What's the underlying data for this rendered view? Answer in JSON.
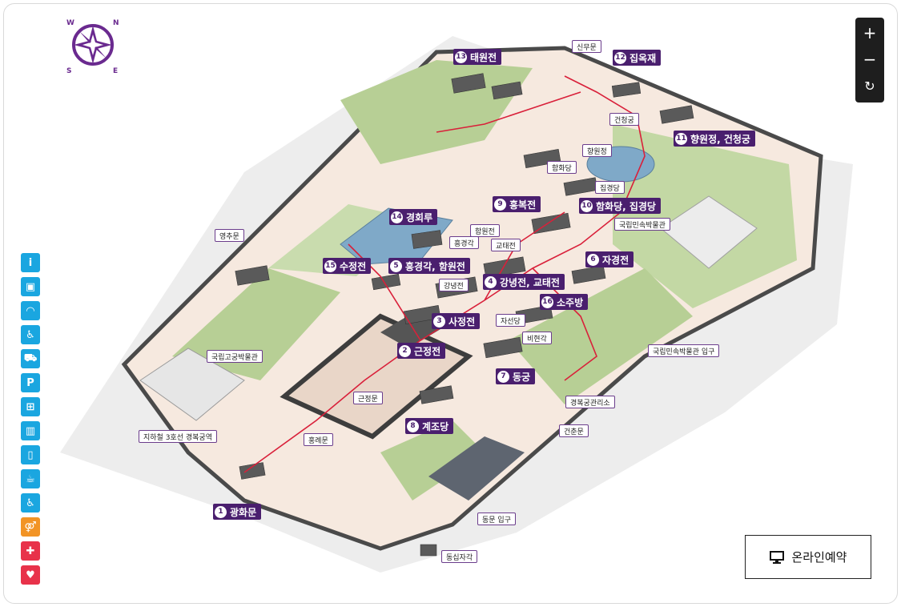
{
  "compass": {
    "letters": [
      "W",
      "N",
      "S",
      "E"
    ],
    "color": "#6a2a8f"
  },
  "zoom": {
    "zoom_in": "+",
    "zoom_out": "−",
    "reset": "↻"
  },
  "legend": [
    {
      "icon": "info-icon",
      "glyph": "i",
      "color": "#1aa6e0"
    },
    {
      "icon": "ticket-icon",
      "glyph": "▣",
      "color": "#1aa6e0"
    },
    {
      "icon": "audio-guide-icon",
      "glyph": "◠",
      "color": "#1aa6e0"
    },
    {
      "icon": "wheelchair-icon",
      "glyph": "♿",
      "color": "#1aa6e0"
    },
    {
      "icon": "stroller-icon",
      "glyph": "⛟",
      "color": "#1aa6e0"
    },
    {
      "icon": "parking-icon",
      "glyph": "P",
      "color": "#1aa6e0"
    },
    {
      "icon": "gift-shop-icon",
      "glyph": "⊞",
      "color": "#1aa6e0"
    },
    {
      "icon": "locker-icon",
      "glyph": "▥",
      "color": "#1aa6e0"
    },
    {
      "icon": "water-icon",
      "glyph": "▯",
      "color": "#1aa6e0"
    },
    {
      "icon": "cafe-icon",
      "glyph": "☕",
      "color": "#1aa6e0"
    },
    {
      "icon": "accessible-toilet-icon",
      "glyph": "♿",
      "color": "#1aa6e0"
    },
    {
      "icon": "restroom-icon",
      "glyph": "⚤",
      "color": "#f29425"
    },
    {
      "icon": "first-aid-icon",
      "glyph": "✚",
      "color": "#e8324a"
    },
    {
      "icon": "aed-icon",
      "glyph": "♥",
      "color": "#e8324a"
    }
  ],
  "major_labels": [
    {
      "num": "13",
      "text": "태원전"
    },
    {
      "num": "12",
      "text": "집옥재"
    },
    {
      "num": "11",
      "text": "향원정, 건청궁"
    },
    {
      "num": "9",
      "text": "흥복전"
    },
    {
      "num": "10",
      "text": "함화당, 집경당"
    },
    {
      "num": "14",
      "text": "경회루"
    },
    {
      "num": "15",
      "text": "수정전"
    },
    {
      "num": "5",
      "text": "흥경각, 함원전"
    },
    {
      "num": "6",
      "text": "자경전"
    },
    {
      "num": "4",
      "text": "강녕전, 교태전"
    },
    {
      "num": "16",
      "text": "소주방"
    },
    {
      "num": "3",
      "text": "사정전"
    },
    {
      "num": "2",
      "text": "근정전"
    },
    {
      "num": "7",
      "text": "동궁"
    },
    {
      "num": "8",
      "text": "계조당"
    },
    {
      "num": "1",
      "text": "광화문"
    }
  ],
  "minor_labels": [
    "신무문",
    "건청궁",
    "향원정",
    "함화당",
    "집경당",
    "국립민속박물관",
    "영추문",
    "함원전",
    "흥경각",
    "교태전",
    "강녕전",
    "자선당",
    "비현각",
    "국립고궁박물관",
    "국립민속박물관 입구",
    "근정문",
    "경복궁관리소",
    "지하철 3호선 경복궁역",
    "홍례문",
    "건춘문",
    "동문 입구",
    "동십자각"
  ],
  "reserve": {
    "label": "온라인예약",
    "icon": "monitor-icon"
  },
  "colors": {
    "purple": "#4a1f6e",
    "route": "#d9203a",
    "lawn": "#b7cf95",
    "paving": "#f3e3d8",
    "wall": "#4a4a4a",
    "water": "#7fa9c8"
  }
}
